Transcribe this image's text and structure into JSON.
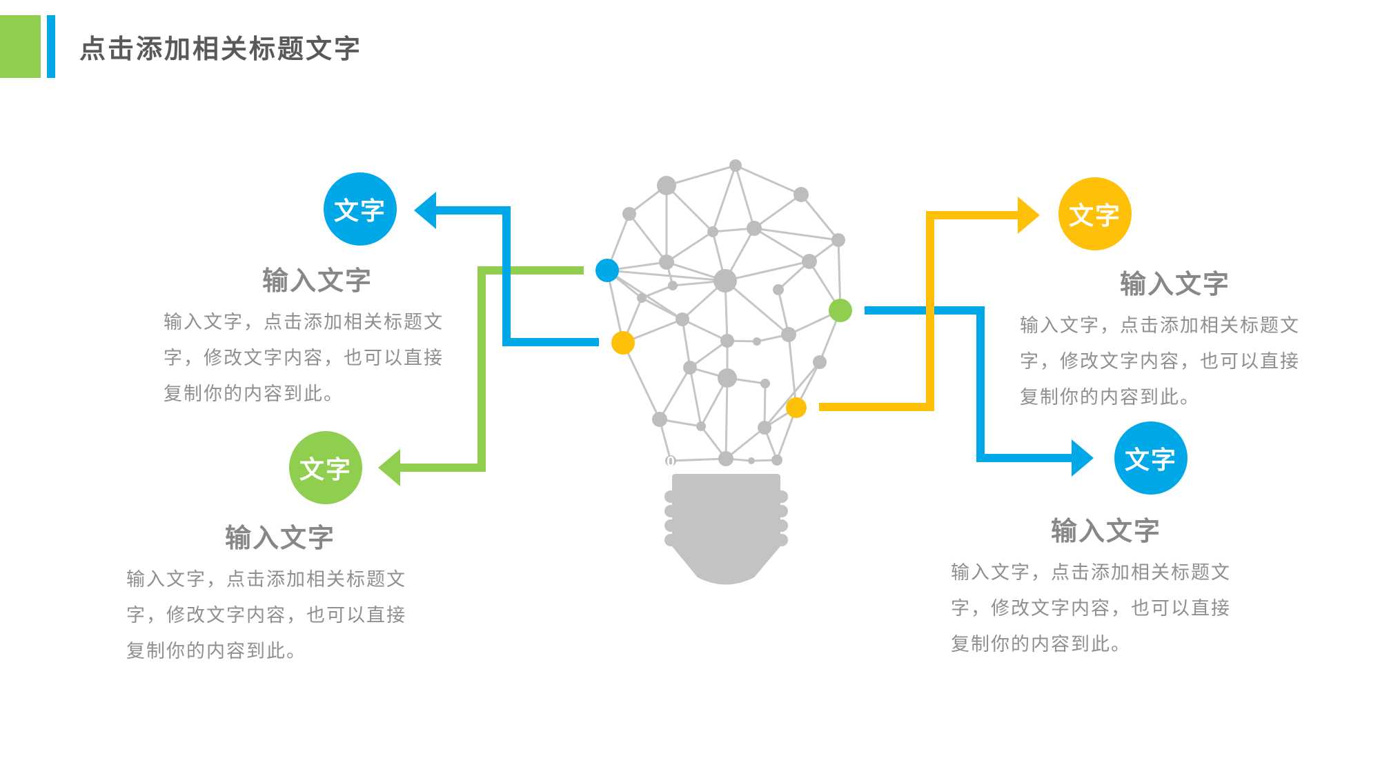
{
  "palette": {
    "blue": "#00A8E8",
    "green": "#8FCE4E",
    "yellow": "#FFC00A",
    "mesh_edge_gray": "#C5C5C5",
    "mesh_node_gray": "#BDBDBD",
    "bulb_base_gray": "#C3C3C3",
    "title_gray": "#595959",
    "heading_gray": "#878787",
    "body_gray": "#8F8F8F"
  },
  "header": {
    "title": "点击添加相关标题文字"
  },
  "bulb": {
    "watermark": "0"
  },
  "callouts": [
    {
      "position": "top-left",
      "badge": "文字",
      "color": "#00A8E8",
      "heading": "输入文字",
      "body_lines": [
        "输入文字，点击添加相关标题文",
        "字，修改文字内容，也可以直接",
        "复制你的内容到此。"
      ]
    },
    {
      "position": "bottom-left",
      "badge": "文字",
      "color": "#8FCE4E",
      "heading": "输入文字",
      "body_lines": [
        "输入文字，点击添加相关标题文",
        "字，修改文字内容，也可以直接",
        "复制你的内容到此。"
      ]
    },
    {
      "position": "top-right",
      "badge": "文字",
      "color": "#FFC00A",
      "heading": "输入文字",
      "body_lines": [
        "输入文字，点击添加相关标题文",
        "字，修改文字内容，也可以直接",
        "复制你的内容到此。"
      ]
    },
    {
      "position": "bottom-right",
      "badge": "文字",
      "color": "#00A8E8",
      "heading": "输入文字",
      "body_lines": [
        "输入文字，点击添加相关标题文",
        "字，修改文字内容，也可以直接",
        "复制你的内容到此。"
      ]
    }
  ]
}
